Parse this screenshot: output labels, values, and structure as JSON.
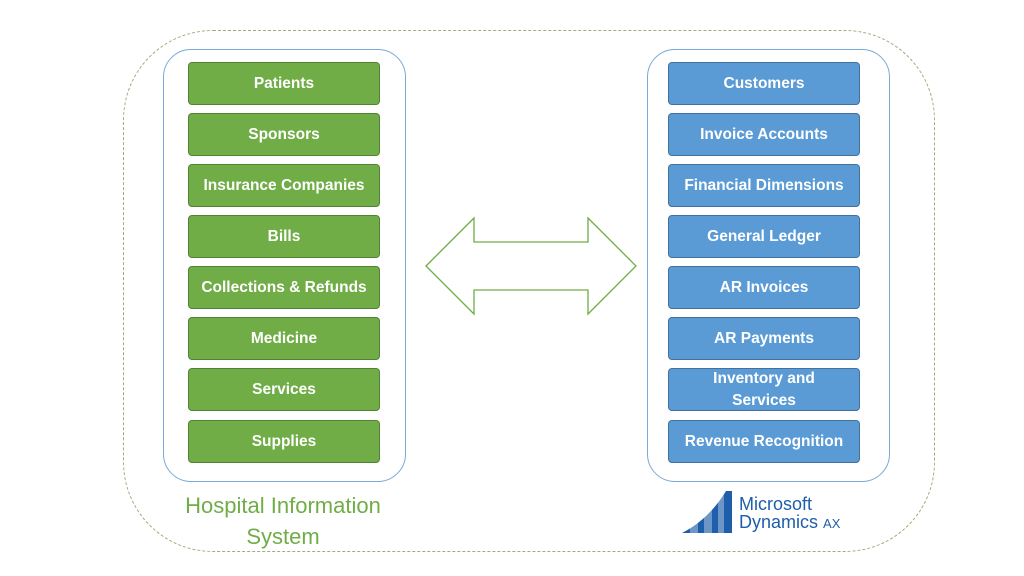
{
  "left_panel": {
    "items": [
      "Patients",
      "Sponsors",
      "Insurance Companies",
      "Bills",
      "Collections & Refunds",
      "Medicine",
      "Services",
      "Supplies"
    ],
    "label_line1": "Hospital Information",
    "label_line2": "System"
  },
  "right_panel": {
    "items": [
      "Customers",
      "Invoice Accounts",
      "Financial Dimensions",
      "General Ledger",
      "AR Invoices",
      "AR Payments",
      "Inventory and",
      "Services",
      "Revenue Recognition"
    ],
    "logo_line1": "Microsoft",
    "logo_line2": "Dynamics",
    "logo_suffix": "AX"
  },
  "colors": {
    "green_box": "#70ad47",
    "blue_box": "#5b9bd5",
    "panel_border": "#79a9d6",
    "arrow_stroke": "#70ad47",
    "logo_blue": "#1f5eaa"
  },
  "connector_icon": "double-headed-arrow-icon"
}
